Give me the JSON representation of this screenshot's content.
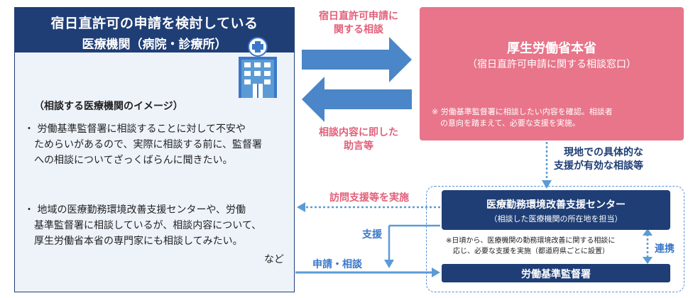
{
  "left_panel": {
    "header_line1": "宿日直許可の申請を検討している",
    "header_line2": "医療機関（病院・診療所）",
    "hospital_icon": "hospital-icon",
    "image_heading": "（相談する医療機関のイメージ）",
    "bullet1_line1": "・  労働基準監督署に相談することに対して不安や",
    "bullet1_line2": "ためらいがあるので、実際に相談する前に、監督署",
    "bullet1_line3": "への相談についてざっくばらんに聞きたい。",
    "bullet2_line1": "・  地域の医療勤務環境改善支援センターや、労働",
    "bullet2_line2": "基準監督署に相談しているが、相談内容について、",
    "bullet2_line3": "厚生労働省本省の専門家にも相談してみたい。",
    "etc": "など"
  },
  "arrows": {
    "consult_line1": "宿日直許可申請に",
    "consult_line2": "関する相談",
    "advice_line1": "相談内容に即した",
    "advice_line2": "助言等",
    "local_line1": "現地での具体的な",
    "local_line2": "支援が有効な相談等",
    "visit_support": "訪問支援等を実施",
    "support": "支援",
    "cooperation": "連携",
    "apply_consult": "申請・相談"
  },
  "ministry": {
    "title": "厚生労働省本省",
    "subtitle": "（宿日直許可申請に関する相談窓口）",
    "note_line1": "※  労働基準監督署に相談したい内容を確認。相談者",
    "note_line2": "の意向を踏まえて、必要な支援を実施。"
  },
  "center": {
    "title": "医療勤務環境改善支援センター",
    "subtitle": "（相談した医療機関の所在地を担当）",
    "note_line1": "※日頃から、医療機関の勤務環境改善に関する相談に",
    "note_line2": "応じ、必要な支援を実施（都道府県ごとに設置）"
  },
  "labor_office": {
    "title": "労働基準監督署"
  },
  "colors": {
    "navy": "#1f3e75",
    "pink": "#e8758a",
    "pink_text": "#e2607a",
    "light_blue": "#5b9bd5",
    "panel_bg": "#eef3fa"
  }
}
